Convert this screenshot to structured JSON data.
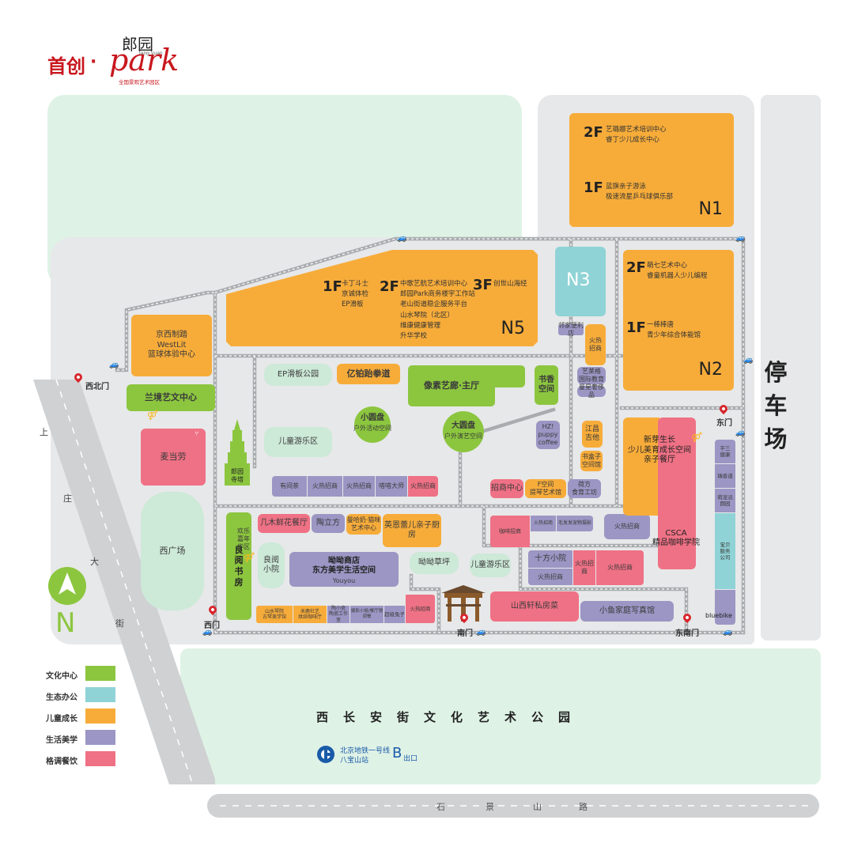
{
  "colors": {
    "culture": "#8cc63f",
    "office": "#8fd3d6",
    "children": "#f7ac3a",
    "lifestyle": "#9b96c4",
    "dining": "#ef7185",
    "green": "#dff2e6",
    "ground": "#e7e8e9",
    "road": "#a9acaf",
    "brand_red": "#c8171e"
  },
  "brand": {
    "logo_left": "首创",
    "dot": "·",
    "logo_cn": "郎园",
    "logo_en": "park",
    "logo_pinyin": "lang yuan",
    "logo_slogan": "全国景观艺术园区"
  },
  "parking": "停\n车\n场",
  "park_name": "西长安街文化艺术公园",
  "metro": {
    "line": "北京地铁一号线",
    "station": "八宝山站",
    "exit_letter": "B",
    "exit_suffix": "出口"
  },
  "roads": {
    "west": [
      "上",
      "庄",
      "大",
      "街"
    ],
    "south": [
      "石",
      "景",
      "山",
      "路"
    ]
  },
  "compass": "N",
  "buildings": {
    "N1": {
      "id": "N1",
      "f2_label": "2F",
      "f2": "艺璐娜艺术培训中心\n睿丁少儿成长中心",
      "f1_label": "1F",
      "f1": "蓝旗亲子游泳\n极速流星乒乓球俱乐部"
    },
    "N2": {
      "id": "N2",
      "f2_label": "2F",
      "f2": "萌七艺术中心\n睿童机器人少儿编程",
      "f1_label": "1F",
      "f1": "一棒棒唐\n青少年综合体能馆"
    },
    "N3": {
      "id": "N3"
    },
    "N5": {
      "id": "N5",
      "f1_label": "1F",
      "f1": "卡丁斗士\n京诚体检\nEP滑板",
      "f2_label": "2F",
      "f2": "中歌艺航艺术培训中心\n郎园Park商务楼宇工作站\n老山街道稳企服务平台\n山水琴院（北区）\n维康健康管理\n升华学校",
      "f3_label": "3F",
      "f3": "创世山海经"
    }
  },
  "places": {
    "westlit": "京西制踏\nWestLit\n篮球体验中心",
    "lanjing": "兰境艺文中心",
    "mcdonalds": "麦当劳",
    "pagoda": "郎园\n寺塔",
    "west_square": "西广场",
    "liangyue_books": "良\n阅\n书\n房",
    "liangyue_side": "欢乐\n嘉年\n华区",
    "liangyue_yard": "良阅\n小院",
    "ep_park": "EP滑板公园",
    "kids_play": "儿童游乐区",
    "kids_play2": "儿童游乐区",
    "yiming": "亿铂跆拳道",
    "xiangsu": "像素艺廊·主厅",
    "shuxiang": "书香\n空间",
    "small_round": "小圆盘",
    "small_round_sub": "户外活动空间",
    "big_round": "大圆盘",
    "big_round_sub": "户外演艺空间",
    "row1": [
      "有间茶",
      "火热招商",
      "火热招商",
      "嗒嗒大师",
      "火热招商"
    ],
    "jimu": "几木鲜花餐厅",
    "taolifang": "陶立方",
    "yingerlei_pre": "曼哈奶·猫咪\n艺术中心",
    "yingerlei": "英恩蕾儿亲子厨房",
    "youyou": "呦呦商店\n东方美学生活空间",
    "youyou_sub": "Youyou",
    "youyou_lawn": "呦呦草坪",
    "south_row": [
      "山水琴院\n古琴美学馆",
      "禾鹿社艺\n烘焙咖啡厅",
      "陶小瓷\n陶瓷工作室",
      "摄影小姐/餐厅慢调餐",
      "超级兔子",
      "火热招商"
    ],
    "hz_puppy": "HZ!\npuppy\ncoffee",
    "jiangxin": "江昌\n吉他",
    "shuhe": "书盒子\n空间馆",
    "fspace": "F空间\n提琴艺术馆",
    "hexin": "荷方\n食育工坊",
    "zhaoshang": "招商中心",
    "youjiabianli": "邻家便利店",
    "hot_v": "火热\n招商",
    "yilaige": "艺莱格\n国际教育",
    "manxing": "曼星奢侈品",
    "mid_row2": [
      "咖啡招商",
      "火热招商",
      "毛发发宠物摄影"
    ],
    "hot_right": "火热招商",
    "shifang": "十方小院",
    "mid_row3": [
      "火热招商",
      "火热招商",
      "火热招商"
    ],
    "xinya": "新芽生长\n少儿美育成长空间\n亲子餐厅",
    "csca": "CSCA\n精品咖啡学院",
    "east_col": [
      "平三\n健康",
      "瑞香道",
      "萌宠派\n朗园",
      "宝贝\n服务\n公司"
    ],
    "bluebike": "bluebike",
    "shanxian": "山西轩私房菜",
    "xiaoyu": "小鱼家庭写真馆"
  },
  "gates": {
    "northwest": "西北门",
    "west": "西门",
    "south": "南门",
    "southeast": "东南门",
    "east": "东门"
  },
  "legend": [
    {
      "label": "文化中心",
      "color": "#8cc63f"
    },
    {
      "label": "生态办公",
      "color": "#8fd3d6"
    },
    {
      "label": "儿童成长",
      "color": "#f7ac3a"
    },
    {
      "label": "生活美学",
      "color": "#9b96c4"
    },
    {
      "label": "格调餐饮",
      "color": "#ef7185"
    }
  ]
}
